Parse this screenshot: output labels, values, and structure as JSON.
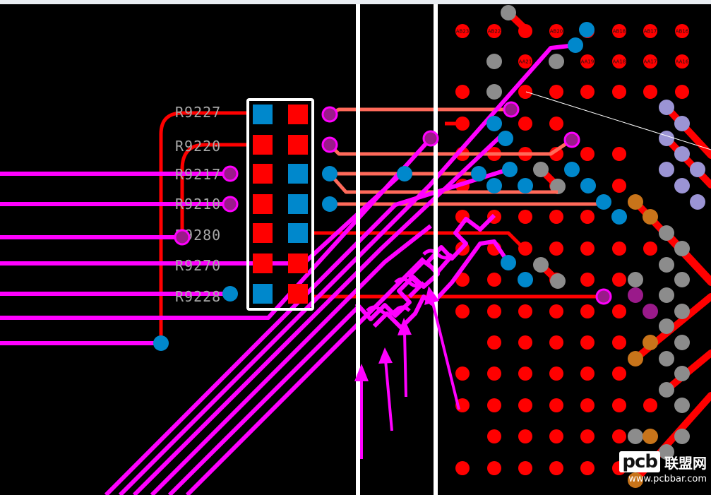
{
  "refdes": [
    "R9227",
    "R9220",
    "R9217",
    "R9210",
    "R9280",
    "R9270",
    "R9228"
  ],
  "ball_labels": [
    "AB23",
    "AB22",
    "AB20",
    "AB18",
    "AB17",
    "AB16",
    "AA21",
    "AA19",
    "AA18",
    "AA17",
    "AA16"
  ],
  "watermark": {
    "logo": "pcb",
    "name": "联盟网",
    "url": "www.pcbbar.com"
  },
  "colors": {
    "background": "#000000",
    "top_copper": "#ff0000",
    "highlight_net": "#ff00ff",
    "routed_trace": "#ff6a5a",
    "via": "#0088cc",
    "boundary": "#ffffff",
    "dimmed_ball": "#8c8c8c",
    "lavender_ball": "#9b94d4",
    "orange_ball": "#c8741a"
  }
}
